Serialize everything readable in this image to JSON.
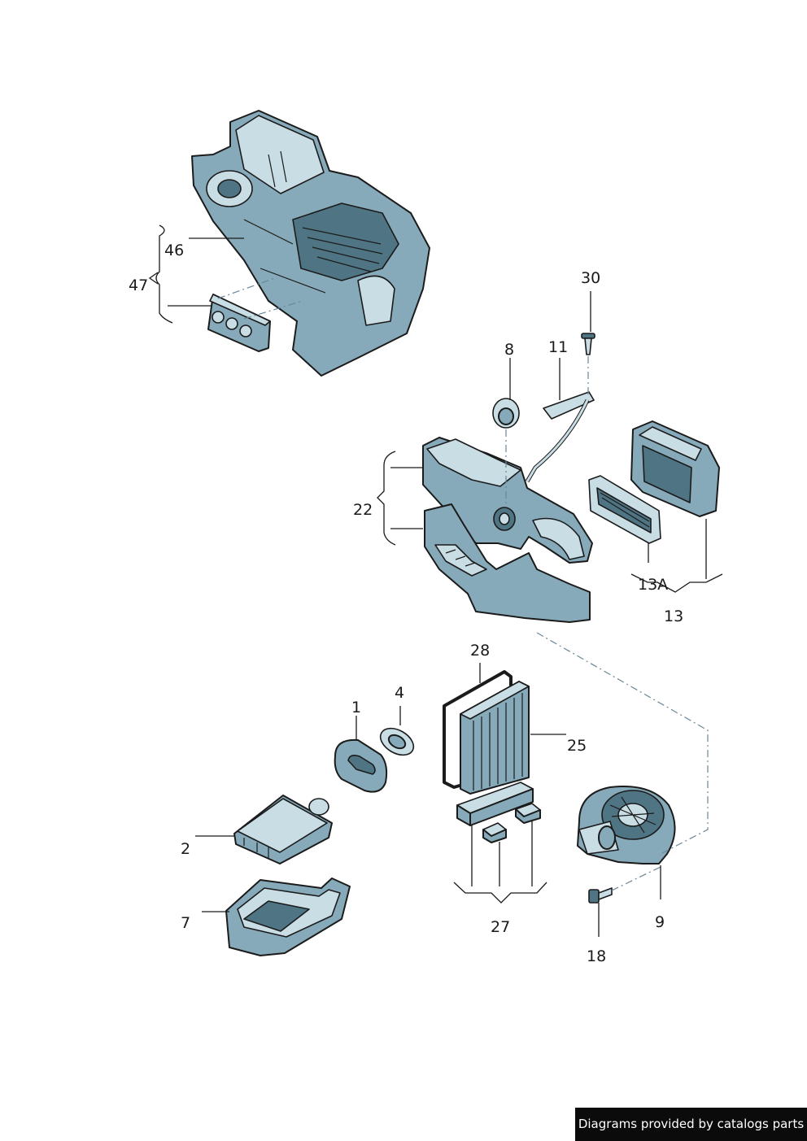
{
  "diagram": {
    "callouts": {
      "c1": "1",
      "c2": "2",
      "c4": "4",
      "c7": "7",
      "c8": "8",
      "c9": "9",
      "c11": "11",
      "c13": "13",
      "c13a": "13A",
      "c18": "18",
      "c22": "22",
      "c25": "25",
      "c27": "27",
      "c28": "28",
      "c30": "30",
      "c46": "46",
      "c47": "47"
    }
  },
  "footer": {
    "credit": "Diagrams provided by catalogs parts"
  },
  "colors": {
    "part_fill": "#86aab9",
    "part_light": "#c9dde5",
    "part_dark": "#4f7584",
    "line": "#1b1b1b"
  }
}
